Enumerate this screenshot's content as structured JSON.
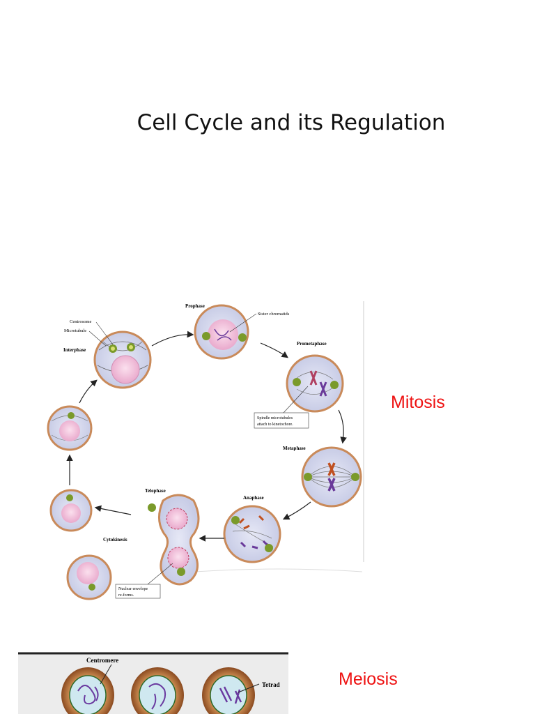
{
  "slide": {
    "title": "Cell Cycle and its Regulation",
    "mitosis_label": "Mitosis",
    "meiosis_label": "Meiosis"
  },
  "mitosis_diagram": {
    "stages": {
      "interphase": "Interphase",
      "prophase": "Prophase",
      "prometaphase": "Prometaphase",
      "metaphase": "Metaphase",
      "anaphase": "Anaphase",
      "telophase": "Telophase",
      "cytokinesis": "Cytokinesis"
    },
    "labels": {
      "centrosome": "Centrosome",
      "microtubule": "Microtubule",
      "sister_chromatids": "Sister chromatids"
    },
    "callouts": {
      "spindle_line1": "Spindle microtubules",
      "spindle_line2": "attach to kinetochore.",
      "nuclear_line1": "Nuclear envelope",
      "nuclear_line2": "re-forms."
    }
  },
  "meiosis_diagram": {
    "labels": {
      "centromere": "Centromere",
      "tetrad": "Tetrad"
    }
  },
  "colors": {
    "accent_label": "#e11111",
    "cell_fill": "#d9dcf0",
    "cell_border": "#c98a5a",
    "nucleus": "#f3c3dd",
    "centrosome": "#7a9a2a"
  }
}
